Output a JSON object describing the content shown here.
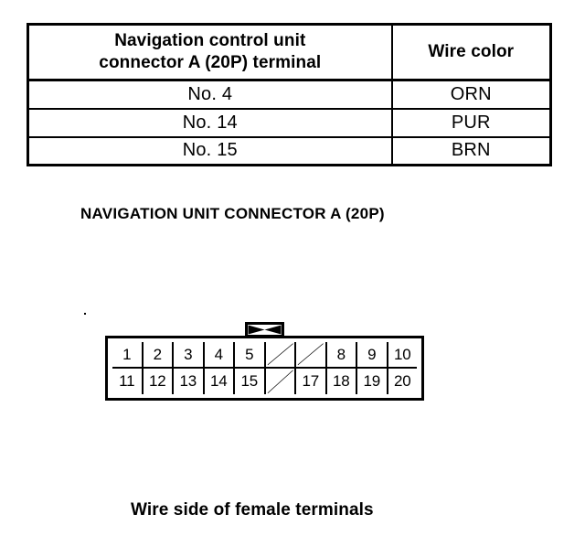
{
  "table": {
    "headers": {
      "terminal_line1": "Navigation control unit",
      "terminal_line2": "connector A (20P) terminal",
      "wire_color": "Wire color"
    },
    "rows": [
      {
        "terminal": "No. 4",
        "color": "ORN"
      },
      {
        "terminal": "No. 14",
        "color": "PUR"
      },
      {
        "terminal": "No. 15",
        "color": "BRN"
      }
    ]
  },
  "section_title": "NAVIGATION UNIT CONNECTOR A (20P)",
  "connector": {
    "name": "navigation-unit-connector-a-20p",
    "columns": 10,
    "rows": 2,
    "top_row": [
      {
        "label": "1",
        "blank": false
      },
      {
        "label": "2",
        "blank": false
      },
      {
        "label": "3",
        "blank": false
      },
      {
        "label": "4",
        "blank": false
      },
      {
        "label": "5",
        "blank": false
      },
      {
        "label": "",
        "blank": true
      },
      {
        "label": "",
        "blank": true
      },
      {
        "label": "8",
        "blank": false
      },
      {
        "label": "9",
        "blank": false
      },
      {
        "label": "10",
        "blank": false
      }
    ],
    "bottom_row": [
      {
        "label": "11",
        "blank": false
      },
      {
        "label": "12",
        "blank": false
      },
      {
        "label": "13",
        "blank": false
      },
      {
        "label": "14",
        "blank": false
      },
      {
        "label": "15",
        "blank": false
      },
      {
        "label": "",
        "blank": true
      },
      {
        "label": "17",
        "blank": false
      },
      {
        "label": "18",
        "blank": false
      },
      {
        "label": "19",
        "blank": false
      },
      {
        "label": "20",
        "blank": false
      }
    ],
    "latch_tab": "latch-tab-bowtie"
  },
  "caption": "Wire side of female terminals",
  "colors": {
    "ink": "#000000",
    "paper": "#ffffff"
  }
}
